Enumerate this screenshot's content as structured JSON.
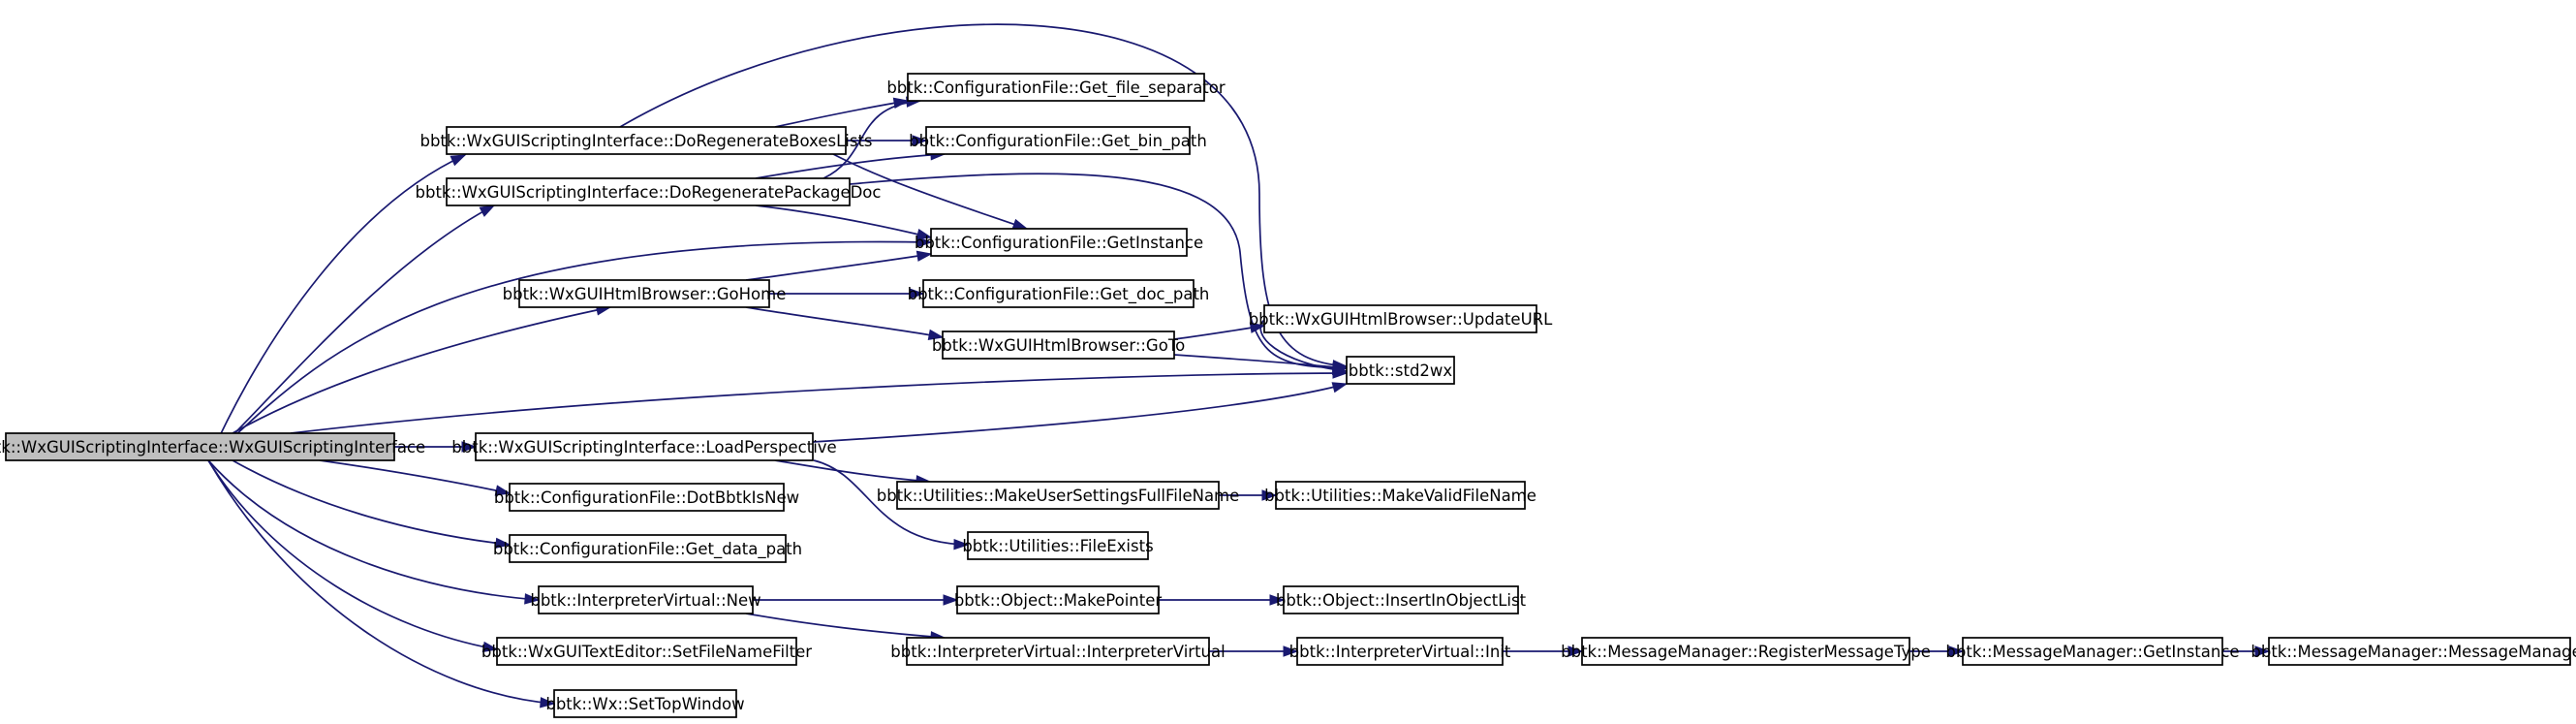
{
  "colors": {
    "edge": "#191970",
    "node_fill": "#ffffff",
    "root_fill": "#bfbfbf",
    "border": "#000000"
  },
  "nodes": [
    {
      "id": "root",
      "label": "bbtk::WxGUIScriptingInterface::WxGUIScriptingInterface",
      "root": true
    },
    {
      "id": "doRegenBoxes",
      "label": "bbtk::WxGUIScriptingInterface::DoRegenerateBoxesLists"
    },
    {
      "id": "doRegenPkg",
      "label": "bbtk::WxGUIScriptingInterface::DoRegeneratePackageDoc"
    },
    {
      "id": "goHome",
      "label": "bbtk::WxGUIHtmlBrowser::GoHome"
    },
    {
      "id": "loadPersp",
      "label": "bbtk::WxGUIScriptingInterface::LoadPerspective"
    },
    {
      "id": "dotBbtk",
      "label": "bbtk::ConfigurationFile::DotBbtkIsNew"
    },
    {
      "id": "getData",
      "label": "bbtk::ConfigurationFile::Get_data_path"
    },
    {
      "id": "newIV",
      "label": "bbtk::InterpreterVirtual::New"
    },
    {
      "id": "setFilter",
      "label": "bbtk::WxGUITextEditor::SetFileNameFilter"
    },
    {
      "id": "setTop",
      "label": "bbtk::Wx::SetTopWindow"
    },
    {
      "id": "getFileSep",
      "label": "bbtk::ConfigurationFile::Get_file_separator"
    },
    {
      "id": "getBin",
      "label": "bbtk::ConfigurationFile::Get_bin_path"
    },
    {
      "id": "cfgInstance",
      "label": "bbtk::ConfigurationFile::GetInstance"
    },
    {
      "id": "getDoc",
      "label": "bbtk::ConfigurationFile::Get_doc_path"
    },
    {
      "id": "goTo",
      "label": "bbtk::WxGUIHtmlBrowser::GoTo"
    },
    {
      "id": "userSettings",
      "label": "bbtk::Utilities::MakeUserSettingsFullFileName"
    },
    {
      "id": "fileExists",
      "label": "bbtk::Utilities::FileExists"
    },
    {
      "id": "makePointer",
      "label": "bbtk::Object::MakePointer"
    },
    {
      "id": "ivCtor",
      "label": "bbtk::InterpreterVirtual::InterpreterVirtual"
    },
    {
      "id": "updateURL",
      "label": "bbtk::WxGUIHtmlBrowser::UpdateURL"
    },
    {
      "id": "std2wx",
      "label": "bbtk::std2wx"
    },
    {
      "id": "makeValid",
      "label": "bbtk::Utilities::MakeValidFileName"
    },
    {
      "id": "insertObj",
      "label": "bbtk::Object::InsertInObjectList"
    },
    {
      "id": "ivInit",
      "label": "bbtk::InterpreterVirtual::Init"
    },
    {
      "id": "regMsg",
      "label": "bbtk::MessageManager::RegisterMessageType"
    },
    {
      "id": "msgInstance",
      "label": "bbtk::MessageManager::GetInstance"
    },
    {
      "id": "msgCtor",
      "label": "bbtk::MessageManager::MessageManager"
    }
  ],
  "edges": [
    [
      "root",
      "doRegenBoxes"
    ],
    [
      "root",
      "doRegenPkg"
    ],
    [
      "root",
      "cfgInstance"
    ],
    [
      "root",
      "goHome"
    ],
    [
      "root",
      "std2wx"
    ],
    [
      "root",
      "loadPersp"
    ],
    [
      "root",
      "dotBbtk"
    ],
    [
      "root",
      "getData"
    ],
    [
      "root",
      "newIV"
    ],
    [
      "root",
      "setFilter"
    ],
    [
      "root",
      "setTop"
    ],
    [
      "doRegenBoxes",
      "getFileSep"
    ],
    [
      "doRegenBoxes",
      "getBin"
    ],
    [
      "doRegenBoxes",
      "cfgInstance"
    ],
    [
      "doRegenBoxes",
      "std2wx"
    ],
    [
      "doRegenPkg",
      "getFileSep"
    ],
    [
      "doRegenPkg",
      "getBin"
    ],
    [
      "doRegenPkg",
      "cfgInstance"
    ],
    [
      "doRegenPkg",
      "std2wx"
    ],
    [
      "goHome",
      "cfgInstance"
    ],
    [
      "goHome",
      "getDoc"
    ],
    [
      "goHome",
      "goTo"
    ],
    [
      "goTo",
      "updateURL"
    ],
    [
      "goTo",
      "std2wx"
    ],
    [
      "updateURL",
      "std2wx"
    ],
    [
      "loadPersp",
      "std2wx"
    ],
    [
      "loadPersp",
      "userSettings"
    ],
    [
      "loadPersp",
      "fileExists"
    ],
    [
      "userSettings",
      "makeValid"
    ],
    [
      "newIV",
      "makePointer"
    ],
    [
      "newIV",
      "ivCtor"
    ],
    [
      "makePointer",
      "insertObj"
    ],
    [
      "ivCtor",
      "ivInit"
    ],
    [
      "ivInit",
      "regMsg"
    ],
    [
      "regMsg",
      "msgInstance"
    ],
    [
      "msgInstance",
      "msgCtor"
    ]
  ]
}
